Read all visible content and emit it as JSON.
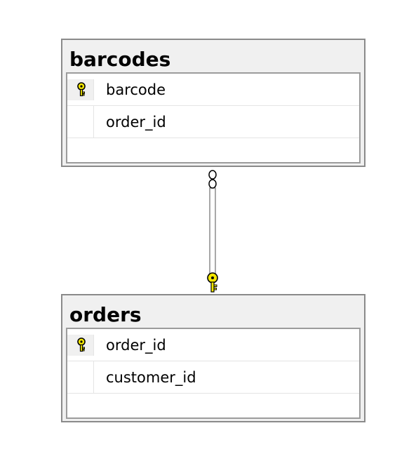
{
  "tables": {
    "barcodes": {
      "title": "barcodes",
      "columns": [
        {
          "name": "barcode",
          "primary_key": true
        },
        {
          "name": "order_id",
          "primary_key": false
        }
      ]
    },
    "orders": {
      "title": "orders",
      "columns": [
        {
          "name": "order_id",
          "primary_key": true
        },
        {
          "name": "customer_id",
          "primary_key": false
        }
      ]
    }
  },
  "relationship": {
    "from_table": "barcodes",
    "to_table": "orders",
    "from_end": "many",
    "to_end": "one"
  },
  "colors": {
    "key_yellow": "#f2e600",
    "border": "#8a8a8a",
    "card_background": "#f0f0f0",
    "connector": "#8c8c8c"
  },
  "icons": {
    "primary_key": "key-icon",
    "many_end": "infinity-icon",
    "one_end": "key-icon"
  }
}
